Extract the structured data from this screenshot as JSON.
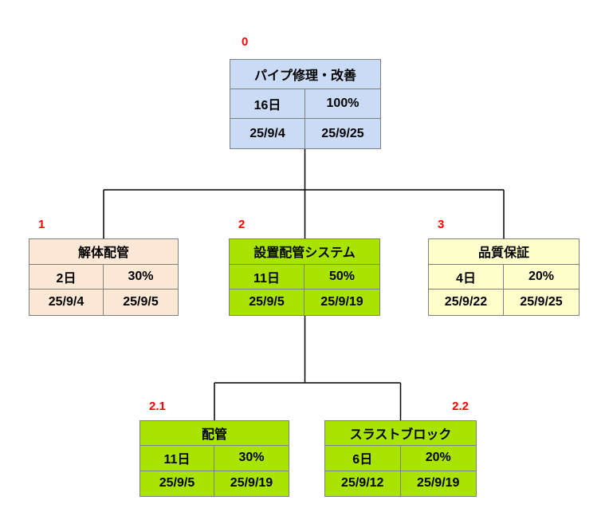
{
  "colors": {
    "root_fill": "#C9DBF5",
    "demolition_fill": "#FCE8D5",
    "install_fill": "#A8E400",
    "quality_fill": "#FFFFCC",
    "box_border": "#7F7F7F",
    "connector": "#000000",
    "id_label": "#FF0000",
    "text": "#000000"
  },
  "nodes": [
    {
      "id": "0",
      "title": "パイプ修理・改善",
      "duration": "16日",
      "percent": "100%",
      "start": "25/9/4",
      "end": "25/9/25",
      "fill": "#C9DBF5"
    },
    {
      "id": "1",
      "title": "解体配管",
      "duration": "2日",
      "percent": "30%",
      "start": "25/9/4",
      "end": "25/9/5",
      "fill": "#FCE8D5"
    },
    {
      "id": "2",
      "title": "設置配管システム",
      "duration": "11日",
      "percent": "50%",
      "start": "25/9/5",
      "end": "25/9/19",
      "fill": "#A8E400"
    },
    {
      "id": "3",
      "title": "品質保証",
      "duration": "4日",
      "percent": "20%",
      "start": "25/9/22",
      "end": "25/9/25",
      "fill": "#FFFFCC"
    },
    {
      "id": "2.1",
      "title": "配管",
      "duration": "11日",
      "percent": "30%",
      "start": "25/9/5",
      "end": "25/9/19",
      "fill": "#A8E400"
    },
    {
      "id": "2.2",
      "title": "スラストブロック",
      "duration": "6日",
      "percent": "20%",
      "start": "25/9/12",
      "end": "25/9/19",
      "fill": "#A8E400"
    }
  ]
}
